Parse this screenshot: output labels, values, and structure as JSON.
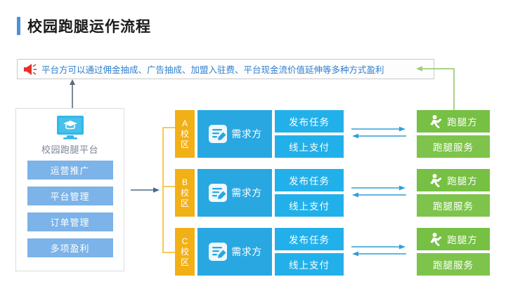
{
  "page": {
    "title": "校园跑腿运作流程",
    "accent_blue": "#4a90d9",
    "banner_text_color": "#2f7fd0",
    "orange": "#f2b017",
    "blue": "#29a7e1",
    "cyan": "#22b0ea",
    "green": "#76c043",
    "light_blue_button": "#7cb3e8"
  },
  "banner": {
    "icon": "megaphone-icon",
    "text": "平台方可以通过佣金抽成、广告抽成、加盟入驻费、平台现金流价值延伸等多种方式盈利"
  },
  "platform": {
    "icon": "monitor-graduation-cap-icon",
    "label": "校园跑腿平台",
    "buttons": [
      {
        "label": "运营推广"
      },
      {
        "label": "平台管理"
      },
      {
        "label": "订单管理"
      },
      {
        "label": "多项盈利"
      }
    ]
  },
  "rows": [
    {
      "campus": "A校区",
      "campus_chars": [
        "A",
        "校",
        "区"
      ],
      "demand": {
        "icon": "document-pen-icon",
        "label": "需求方"
      },
      "tasks": [
        {
          "label": "发布任务"
        },
        {
          "label": "线上支付"
        }
      ],
      "runner": {
        "icon": "running-person-icon",
        "label": "跑腿方"
      },
      "service": {
        "label": "跑腿服务"
      }
    },
    {
      "campus": "B校区",
      "campus_chars": [
        "B",
        "校",
        "区"
      ],
      "demand": {
        "icon": "document-pen-icon",
        "label": "需求方"
      },
      "tasks": [
        {
          "label": "发布任务"
        },
        {
          "label": "线上支付"
        }
      ],
      "runner": {
        "icon": "running-person-icon",
        "label": "跑腿方"
      },
      "service": {
        "label": "跑腿服务"
      }
    },
    {
      "campus": "C校区",
      "campus_chars": [
        "C",
        "校",
        "区"
      ],
      "demand": {
        "icon": "document-pen-icon",
        "label": "需求方"
      },
      "tasks": [
        {
          "label": "发布任务"
        },
        {
          "label": "线上支付"
        }
      ],
      "runner": {
        "icon": "running-person-icon",
        "label": "跑腿方"
      },
      "service": {
        "label": "跑腿服务"
      }
    }
  ],
  "connectors": {
    "platform_to_banner": "arrow-up",
    "platform_to_campus": "arrow-right",
    "campus_bracket": "orange-bracket",
    "task_runner_exchange": "bidirectional-arrows",
    "runner_to_banner": "green-feedback-line"
  }
}
